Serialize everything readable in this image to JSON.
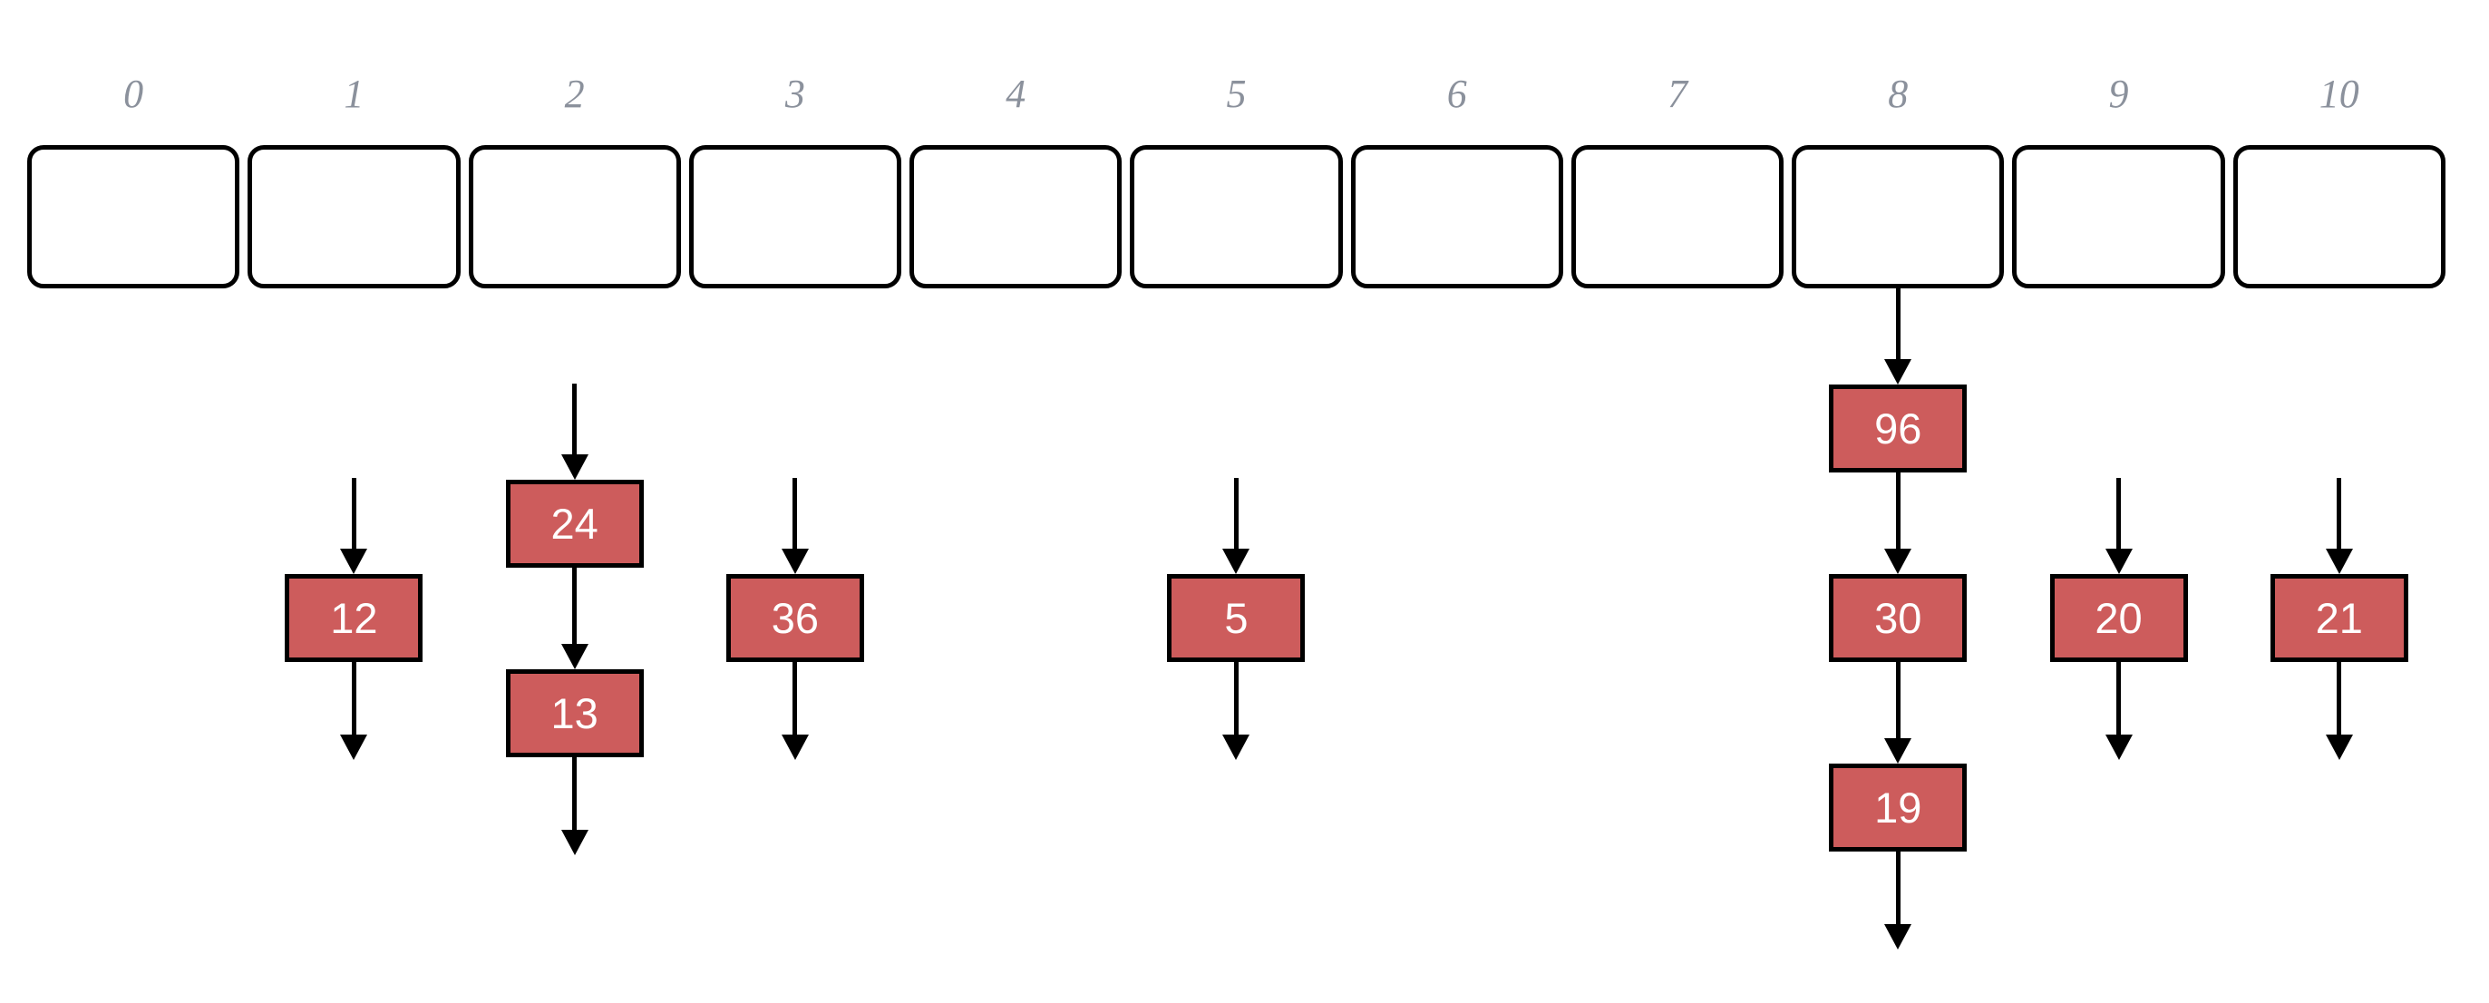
{
  "diagram": {
    "kind": "hash-table-separate-chaining",
    "bucket_count": 11,
    "buckets": [
      {
        "index": "0",
        "chain": []
      },
      {
        "index": "1",
        "chain": [
          "12"
        ]
      },
      {
        "index": "2",
        "chain": [
          "24",
          "13"
        ]
      },
      {
        "index": "3",
        "chain": [
          "36"
        ]
      },
      {
        "index": "4",
        "chain": []
      },
      {
        "index": "5",
        "chain": [
          "5"
        ]
      },
      {
        "index": "6",
        "chain": []
      },
      {
        "index": "7",
        "chain": []
      },
      {
        "index": "8",
        "chain": [
          "96",
          "30",
          "19"
        ]
      },
      {
        "index": "9",
        "chain": [
          "20"
        ]
      },
      {
        "index": "10",
        "chain": [
          "21"
        ]
      }
    ],
    "colors": {
      "background": "#ffffff",
      "node_fill": "#cd5c5c",
      "node_border": "#000000",
      "bucket_border": "#000000",
      "line_color": "#000000",
      "index_label_color": "#8b919c"
    }
  }
}
